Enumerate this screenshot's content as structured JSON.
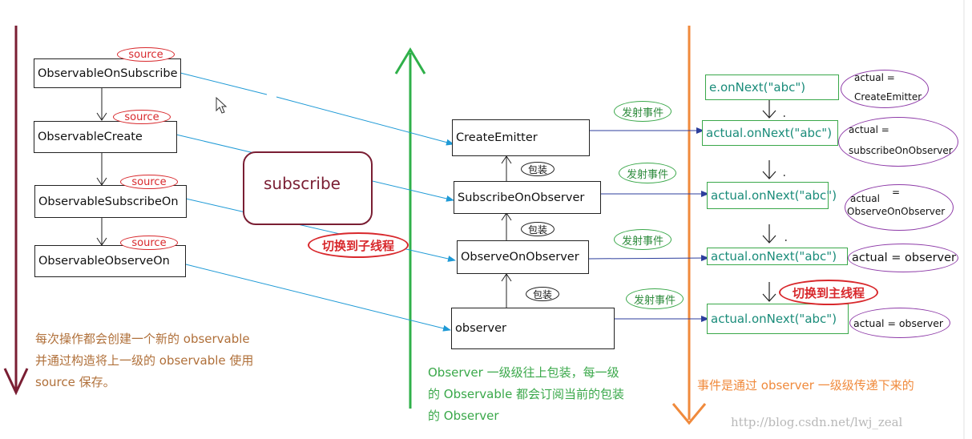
{
  "left_column": {
    "boxes": [
      "ObservableOnSubscribe",
      "ObservableCreate",
      "ObservableSubscribeOn",
      "ObservableObserveOn"
    ],
    "tag_label": "source",
    "note_lines": [
      "每次操作都会创建一个新的 observable",
      "并通过构造将上一级的 observable 使用",
      "source 保存。"
    ]
  },
  "subscribe_label": "subscribe",
  "switch_to_sub_label": "切换到子线程",
  "middle_column": {
    "boxes": [
      "CreateEmitter",
      "SubscribeOnObserver",
      "ObserveOnObserver",
      "observer"
    ],
    "wrap_label": "包装",
    "emit_label": "发射事件",
    "note_lines": [
      "Observer 一级级往上包装，每一级",
      "的 Observable 都会订阅当前的包装",
      "的 Observer"
    ]
  },
  "right_column": {
    "top_call": "e.onNext(\"abc\")",
    "calls": [
      "actual.onNext(\"abc\")",
      "actual.onNext(\"abc\")",
      "actual.onNext(\"abc\")",
      "actual.onNext(\"abc\")"
    ],
    "actual_labels": [
      {
        "line1": "actual =",
        "line2": "CreateEmitter"
      },
      {
        "line1": "actual =",
        "line2": "subscribeOnObserver"
      },
      {
        "line1": "actual",
        "mark": "=",
        "line2": "ObserveOnObserver"
      }
    ],
    "actual_observer_1": "actual = observer",
    "actual_observer_2": "actual = observer",
    "switch_to_main_label": "切换到主线程",
    "note": "事件是通过 observer 一级级传递下来的"
  },
  "watermark": "http://blog.csdn.net/lwj_zeal",
  "colors": {
    "left_arrow": "#7a1e33",
    "middle_arrow": "#2fb04a",
    "right_arrow": "#f08a3c",
    "blue_lines": "#1f9ad6",
    "emit_lines": "#2c3e9c",
    "note_left": "#b0703a",
    "note_middle": "#3aa84a",
    "note_right": "#f08a3c"
  }
}
